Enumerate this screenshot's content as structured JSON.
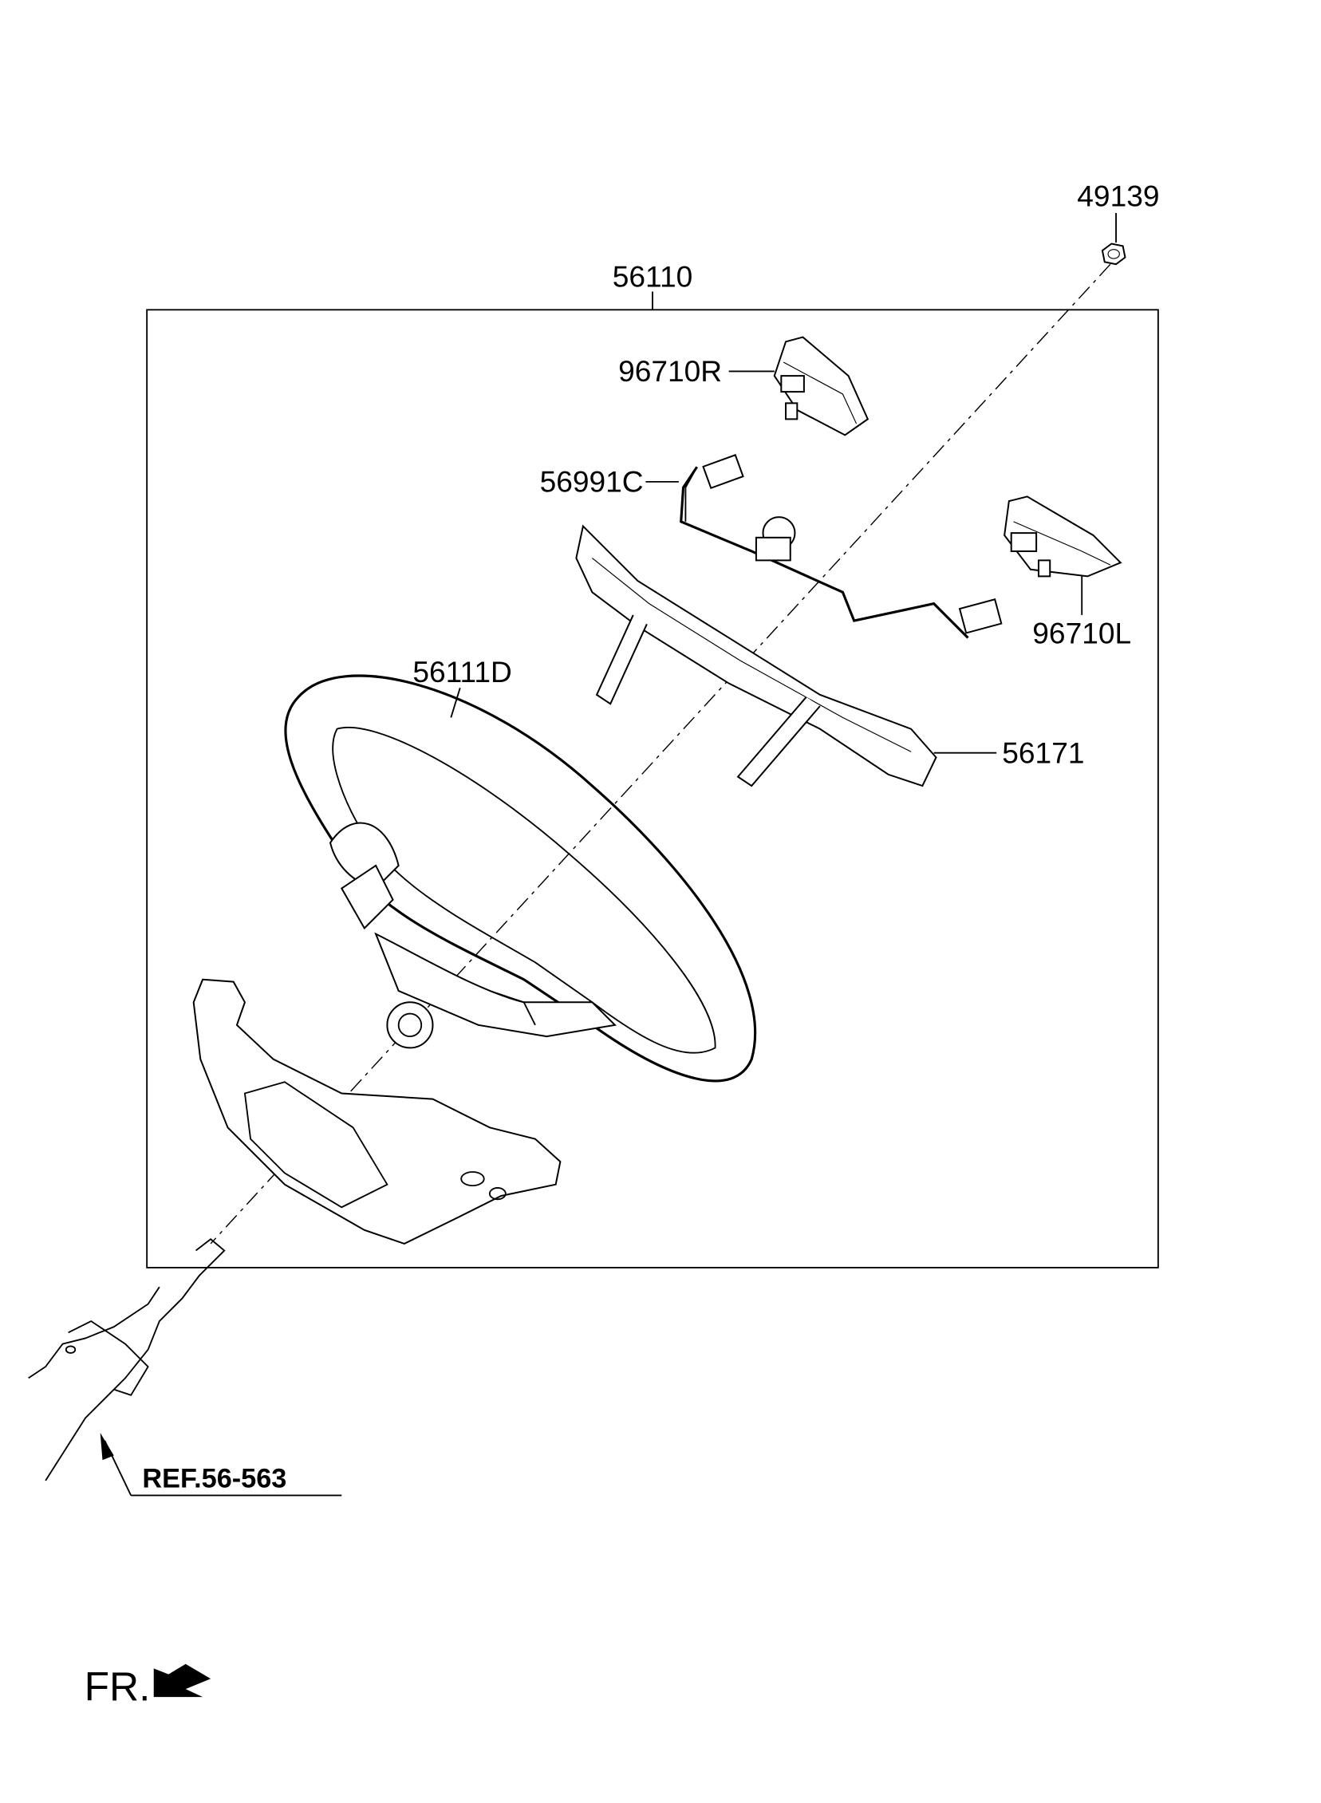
{
  "labels": {
    "nut": "49139",
    "assembly": "56110",
    "switch_right": "96710R",
    "wiring": "56991C",
    "switch_left": "96710L",
    "wheel_body": "56111D",
    "cover": "56171"
  },
  "reference": "REF.56-563",
  "front_marker": "FR."
}
